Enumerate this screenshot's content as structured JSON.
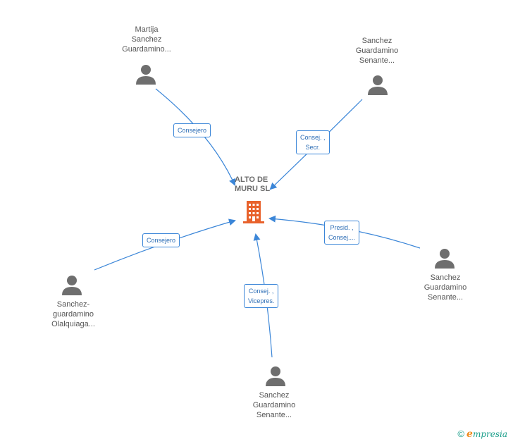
{
  "company": {
    "name_line1": "ALTO DE",
    "name_line2": "MURU SL",
    "icon": "building-icon",
    "color": "#e8622c"
  },
  "people": [
    {
      "id": "p1",
      "lines": [
        "Martija",
        "Sanchez",
        "Guardamino..."
      ],
      "role": "Consejero"
    },
    {
      "id": "p2",
      "lines": [
        "Sanchez",
        "Guardamino",
        "Senante..."
      ],
      "role_lines": [
        "Consej. ,",
        "Secr."
      ]
    },
    {
      "id": "p3",
      "lines": [
        "Sanchez-",
        "guardamino",
        "Olalquiaga..."
      ],
      "role": "Consejero"
    },
    {
      "id": "p4",
      "lines": [
        "Sanchez",
        "Guardamino",
        "Senante..."
      ],
      "role_lines": [
        "Presid. ,",
        "Consej...."
      ]
    },
    {
      "id": "p5",
      "lines": [
        "Sanchez",
        "Guardamino",
        "Senante..."
      ],
      "role_lines": [
        "Consej. ,",
        "Vicepres."
      ]
    }
  ],
  "colors": {
    "edge": "#3b86d8",
    "person": "#6e6e6e",
    "label_text": "#555555"
  },
  "footer": {
    "copyright": "©",
    "brand_e": "e",
    "brand_rest": "mpresia"
  }
}
